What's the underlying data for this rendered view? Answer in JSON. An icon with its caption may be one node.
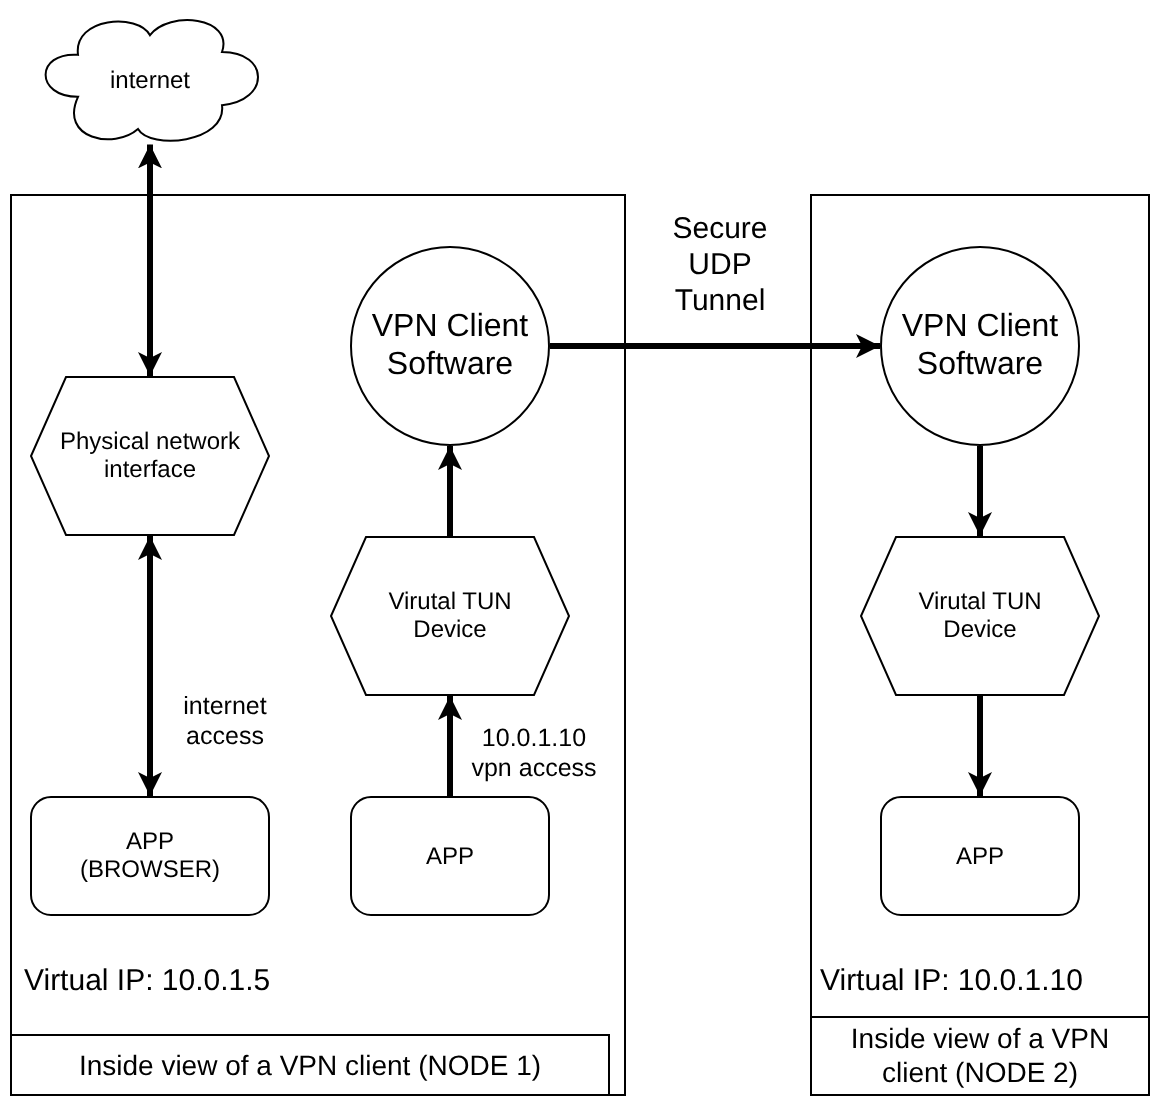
{
  "diagram": {
    "nodes": [
      {
        "text": [
          "internet"
        ]
      },
      {
        "text": [
          "Virtual IP: 10.0.1.5"
        ]
      },
      {
        "text": [
          "Physical network interface"
        ],
        "in": 1
      },
      {
        "text": [
          "VPN Client Software"
        ],
        "in": 1
      },
      {
        "text": [
          "Virutal TUN Device"
        ],
        "in": 1
      },
      {
        "text": [
          "APP (BROWSER)"
        ],
        "in": 1
      },
      {
        "text": [
          "APP"
        ],
        "in": 1
      },
      {
        "text": [
          "Inside view of a VPN client (NODE 1)"
        ],
        "in": 1
      },
      {
        "text": [
          "Virtual IP: 10.0.1.10"
        ]
      },
      {
        "text": [
          "VPN Client Software"
        ],
        "in": 8
      },
      {
        "text": [
          "Virutal TUN Device"
        ],
        "in": 8
      },
      {
        "text": [
          "APP"
        ],
        "in": 8
      },
      {
        "text": [
          "Inside view of a VPN client (NODE 2)"
        ],
        "in": 8
      }
    ],
    "edges": [
      {
        "from": 0,
        "to": 2,
        "arrow": "both"
      },
      {
        "from": 2,
        "to": 5,
        "arrow": "both",
        "label": "internet access"
      },
      {
        "from": 6,
        "to": 4,
        "arrow": "to",
        "label": "10.0.1.10 vpn access"
      },
      {
        "from": 4,
        "to": 3,
        "arrow": "to"
      },
      {
        "from": 3,
        "to": 9,
        "arrow": "to",
        "label": "Secure UDP Tunnel"
      },
      {
        "from": 9,
        "to": 10,
        "arrow": "to"
      },
      {
        "from": 10,
        "to": 11,
        "arrow": "to"
      }
    ]
  }
}
